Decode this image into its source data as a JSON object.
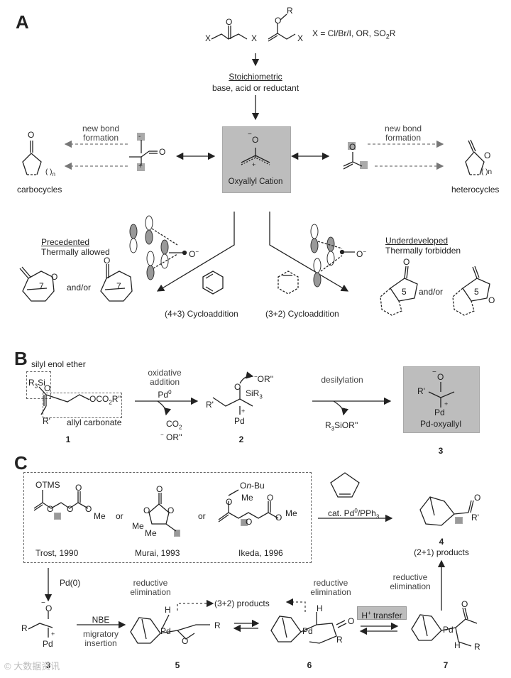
{
  "sections": {
    "a": "A",
    "b": "B",
    "c": "C"
  },
  "a": {
    "x_def": "X = Cl/Br/I, OR, SO",
    "x_def_sub": "2",
    "x_def_tail": "R",
    "stoich_title": "Stoichiometric",
    "stoich_cond": "base, acid or reductant",
    "new_bond_left_1": "new bond",
    "new_bond_left_2": "formation",
    "new_bond_right_1": "new bond",
    "new_bond_right_2": "formation",
    "carbocycles": "carbocycles",
    "heterocycles": "heterocycles",
    "center_label": "Oxyallyl Cation",
    "precedented": "Precedented",
    "thermally_allowed": "Thermally allowed",
    "underdeveloped": "Underdeveloped",
    "thermally_forbidden": "Thermally forbidden",
    "and_or_left": "and/or",
    "and_or_right": "and/or",
    "cyclo_43": "(4+3) Cycloaddition",
    "cyclo_32": "(3+2) Cycloaddition",
    "ring7a": "7",
    "ring7b": "7",
    "ring5a": "5",
    "ring5b": "5",
    "n_sub": "n"
  },
  "b": {
    "silyl_enol": "silyl enol ether",
    "allyl_carb": "allyl carbonate",
    "r3si": "R",
    "ox_add_1": "oxidative",
    "ox_add_2": "addition",
    "pd0": "Pd",
    "co2": "CO",
    "or_minus": "OR''",
    "desilylation": "desilylation",
    "r3sior": "R",
    "pd_oxyallyl": "Pd-oxyallyl",
    "cpd1": "1",
    "cpd2": "2",
    "cpd3": "3"
  },
  "c": {
    "otms": "OTMS",
    "trost": "Trost, 1990",
    "murai": "Murai, 1993",
    "ikeda": "Ikeda, 1996",
    "or1": "or",
    "or2": "or",
    "onbu": "On-Bu",
    "me1": "Me",
    "me2": "Me",
    "me3": "Me",
    "me4": "Me",
    "me5": "Me",
    "cat": "cat. Pd",
    "cat_tail": "/PPh",
    "cpd4": "4",
    "products_21": "(2+1) products",
    "pd_0": "Pd(0)",
    "nbe": "NBE",
    "migratory_1": "migratory",
    "migratory_2": "insertion",
    "red_elim_1a": "reductive",
    "red_elim_1b": "elimination",
    "products_32": "(3+2) products",
    "red_elim_2a": "reductive",
    "red_elim_2b": "elimination",
    "red_elim_3a": "reductive",
    "red_elim_3b": "elimination",
    "h_transfer": "H",
    "h_transfer_tail": " transfer",
    "cpd3": "3",
    "cpd5": "5",
    "cpd6": "6",
    "cpd7": "7",
    "r_prime": "R'",
    "watermark": "大数据资讯"
  }
}
